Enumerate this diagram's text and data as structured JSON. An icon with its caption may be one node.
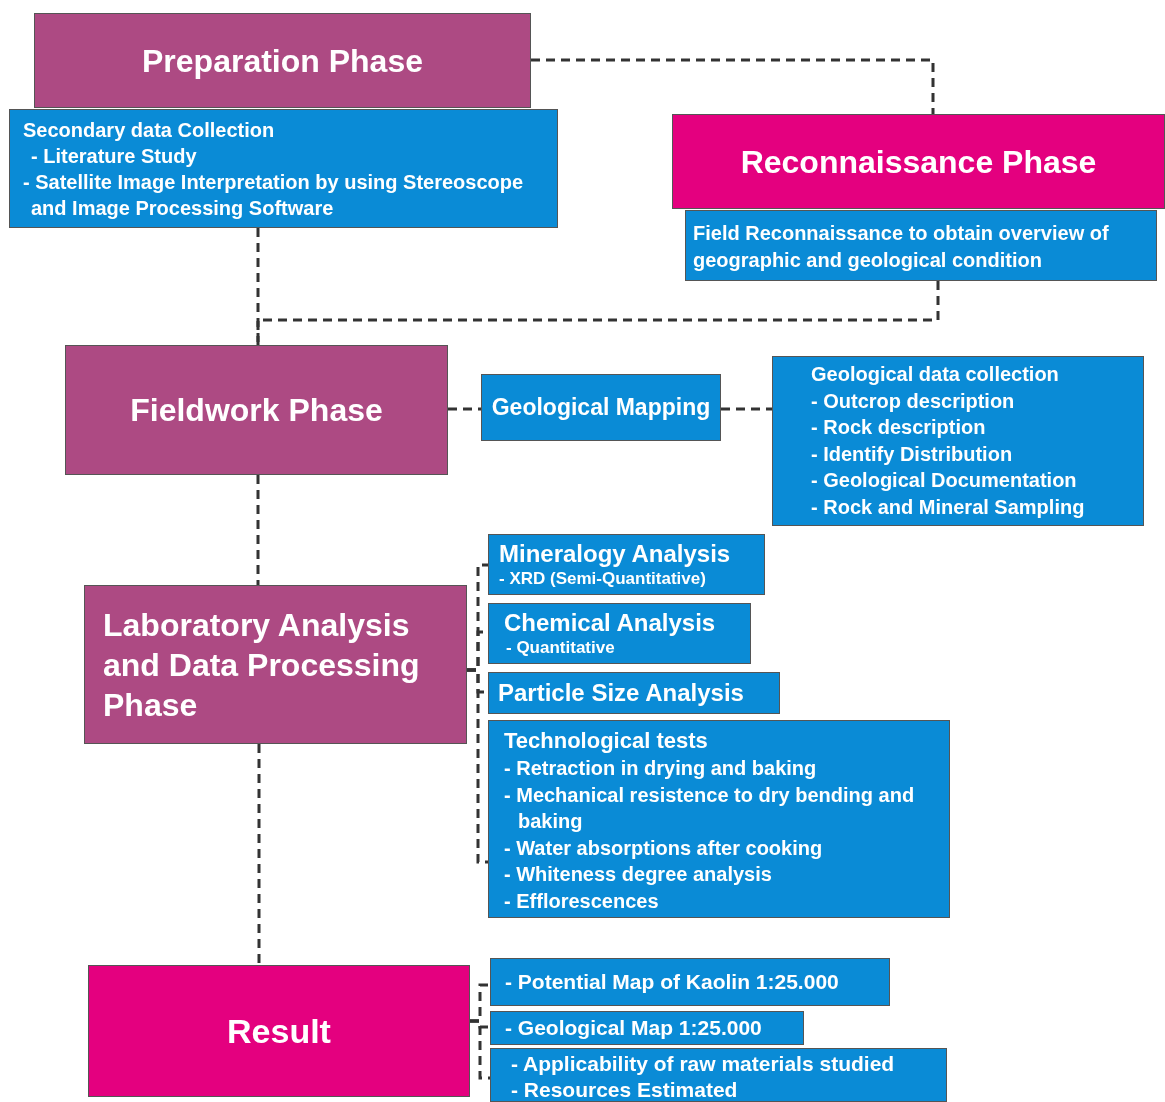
{
  "diagram": {
    "nodes": [
      {
        "text": [
          "Preparation Phase"
        ]
      },
      {
        "text": [
          "Secondary data Collection",
          "- Literature Study",
          "- Satellite Image Interpretation by using Stereoscope and Image Processing Software"
        ]
      },
      {
        "text": [
          "Reconnaissance Phase"
        ]
      },
      {
        "text": [
          "Field Reconnaissance to obtain overview of geographic and geological condition"
        ]
      },
      {
        "text": [
          "Fieldwork Phase"
        ]
      },
      {
        "text": [
          "Geological Mapping"
        ]
      },
      {
        "text": [
          "Geological data collection",
          "- Outcrop description",
          "- Rock description",
          "- Identify Distribution",
          "- Geological Documentation",
          "- Rock and Mineral Sampling"
        ]
      },
      {
        "text": [
          "Laboratory Analysis and Data Processing Phase"
        ]
      },
      {
        "text": [
          "Mineralogy Analysis",
          "- XRD (Semi-Quantitative)"
        ]
      },
      {
        "text": [
          "Chemical Analysis",
          "- Quantitative"
        ]
      },
      {
        "text": [
          "Particle Size Analysis"
        ]
      },
      {
        "text": [
          "Technological tests",
          "- Retraction in drying and baking",
          "- Mechanical resistence to dry bending and baking",
          "- Water absorptions after cooking",
          "- Whiteness degree analysis",
          "- Efflorescences"
        ]
      },
      {
        "text": [
          "Result"
        ]
      },
      {
        "text": [
          "- Potential Map of Kaolin 1:25.000"
        ]
      },
      {
        "text": [
          "- Geological Map 1:25.000"
        ]
      },
      {
        "text": [
          "- Applicability of raw materials studied",
          "- Resources Estimated"
        ]
      }
    ],
    "edges": [
      {
        "from": 0,
        "to": 2,
        "arrow": "none",
        "style": "dashed"
      },
      {
        "from": 1,
        "to": 4,
        "arrow": "none",
        "style": "dashed"
      },
      {
        "from": 3,
        "to": 4,
        "arrow": "none",
        "style": "dashed"
      },
      {
        "from": 4,
        "to": 5,
        "arrow": "none",
        "style": "dashed"
      },
      {
        "from": 5,
        "to": 6,
        "arrow": "none",
        "style": "dashed"
      },
      {
        "from": 4,
        "to": 7,
        "arrow": "none",
        "style": "dashed"
      },
      {
        "from": 7,
        "to": 8,
        "arrow": "none",
        "style": "dashed"
      },
      {
        "from": 7,
        "to": 9,
        "arrow": "none",
        "style": "dashed"
      },
      {
        "from": 7,
        "to": 10,
        "arrow": "none",
        "style": "dashed"
      },
      {
        "from": 7,
        "to": 11,
        "arrow": "none",
        "style": "dashed"
      },
      {
        "from": 7,
        "to": 12,
        "arrow": "none",
        "style": "dashed"
      },
      {
        "from": 12,
        "to": 13,
        "arrow": "none",
        "style": "dashed"
      },
      {
        "from": 12,
        "to": 14,
        "arrow": "none",
        "style": "dashed"
      },
      {
        "from": 12,
        "to": 15,
        "arrow": "none",
        "style": "dashed"
      }
    ]
  }
}
